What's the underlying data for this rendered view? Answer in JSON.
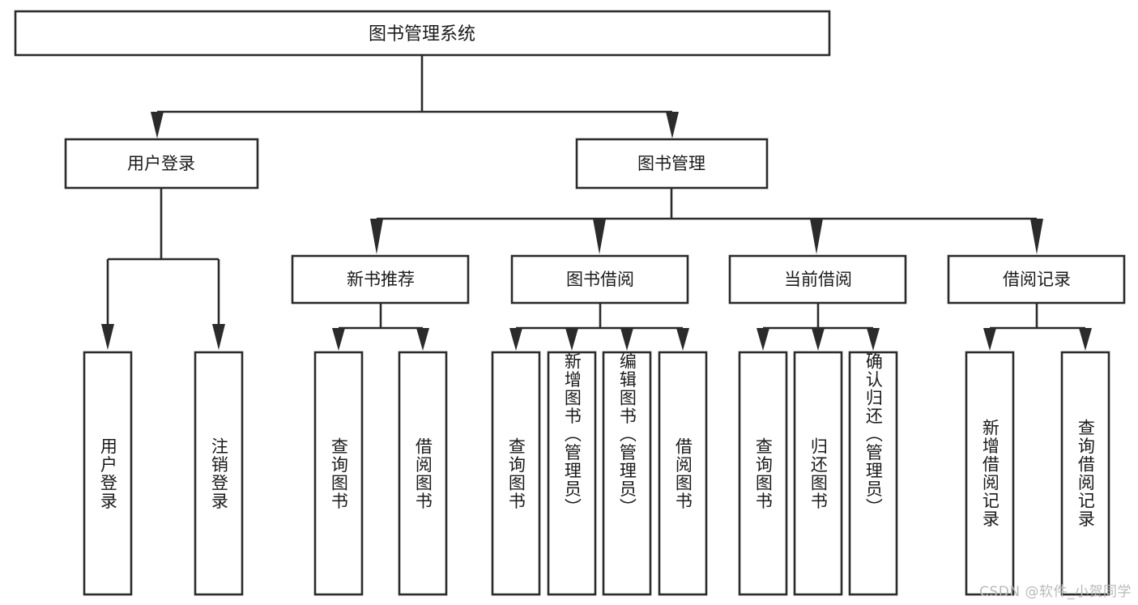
{
  "diagram": {
    "type": "tree",
    "title": "图书管理系统",
    "orientation": "top-down",
    "colors": {
      "box_stroke": "#2b2b2b",
      "box_fill": "#ffffff",
      "text": "#1a1a1a",
      "background": "#ffffff",
      "watermark": "#b9b9b9"
    },
    "root": {
      "label": "图书管理系统"
    },
    "level2": [
      {
        "label": "用户登录"
      },
      {
        "label": "图书管理"
      }
    ],
    "level3": [
      {
        "label": "新书推荐"
      },
      {
        "label": "图书借阅"
      },
      {
        "label": "当前借阅"
      },
      {
        "label": "借阅记录"
      }
    ],
    "leaves": {
      "user_login": [
        "用户登录",
        "注销登录"
      ],
      "new_book": [
        "查询图书",
        "借阅图书"
      ],
      "book_borrow": [
        "查询图书",
        "新增图书（管理员）",
        "编辑图书（管理员）",
        "借阅图书"
      ],
      "current_borrow": [
        "查询图书",
        "归还图书",
        "确认归还（管理员）"
      ],
      "borrow_record": [
        "新增借阅记录",
        "查询借阅记录"
      ]
    }
  },
  "watermark": {
    "text": "CSDN @软件_小贺同学"
  }
}
